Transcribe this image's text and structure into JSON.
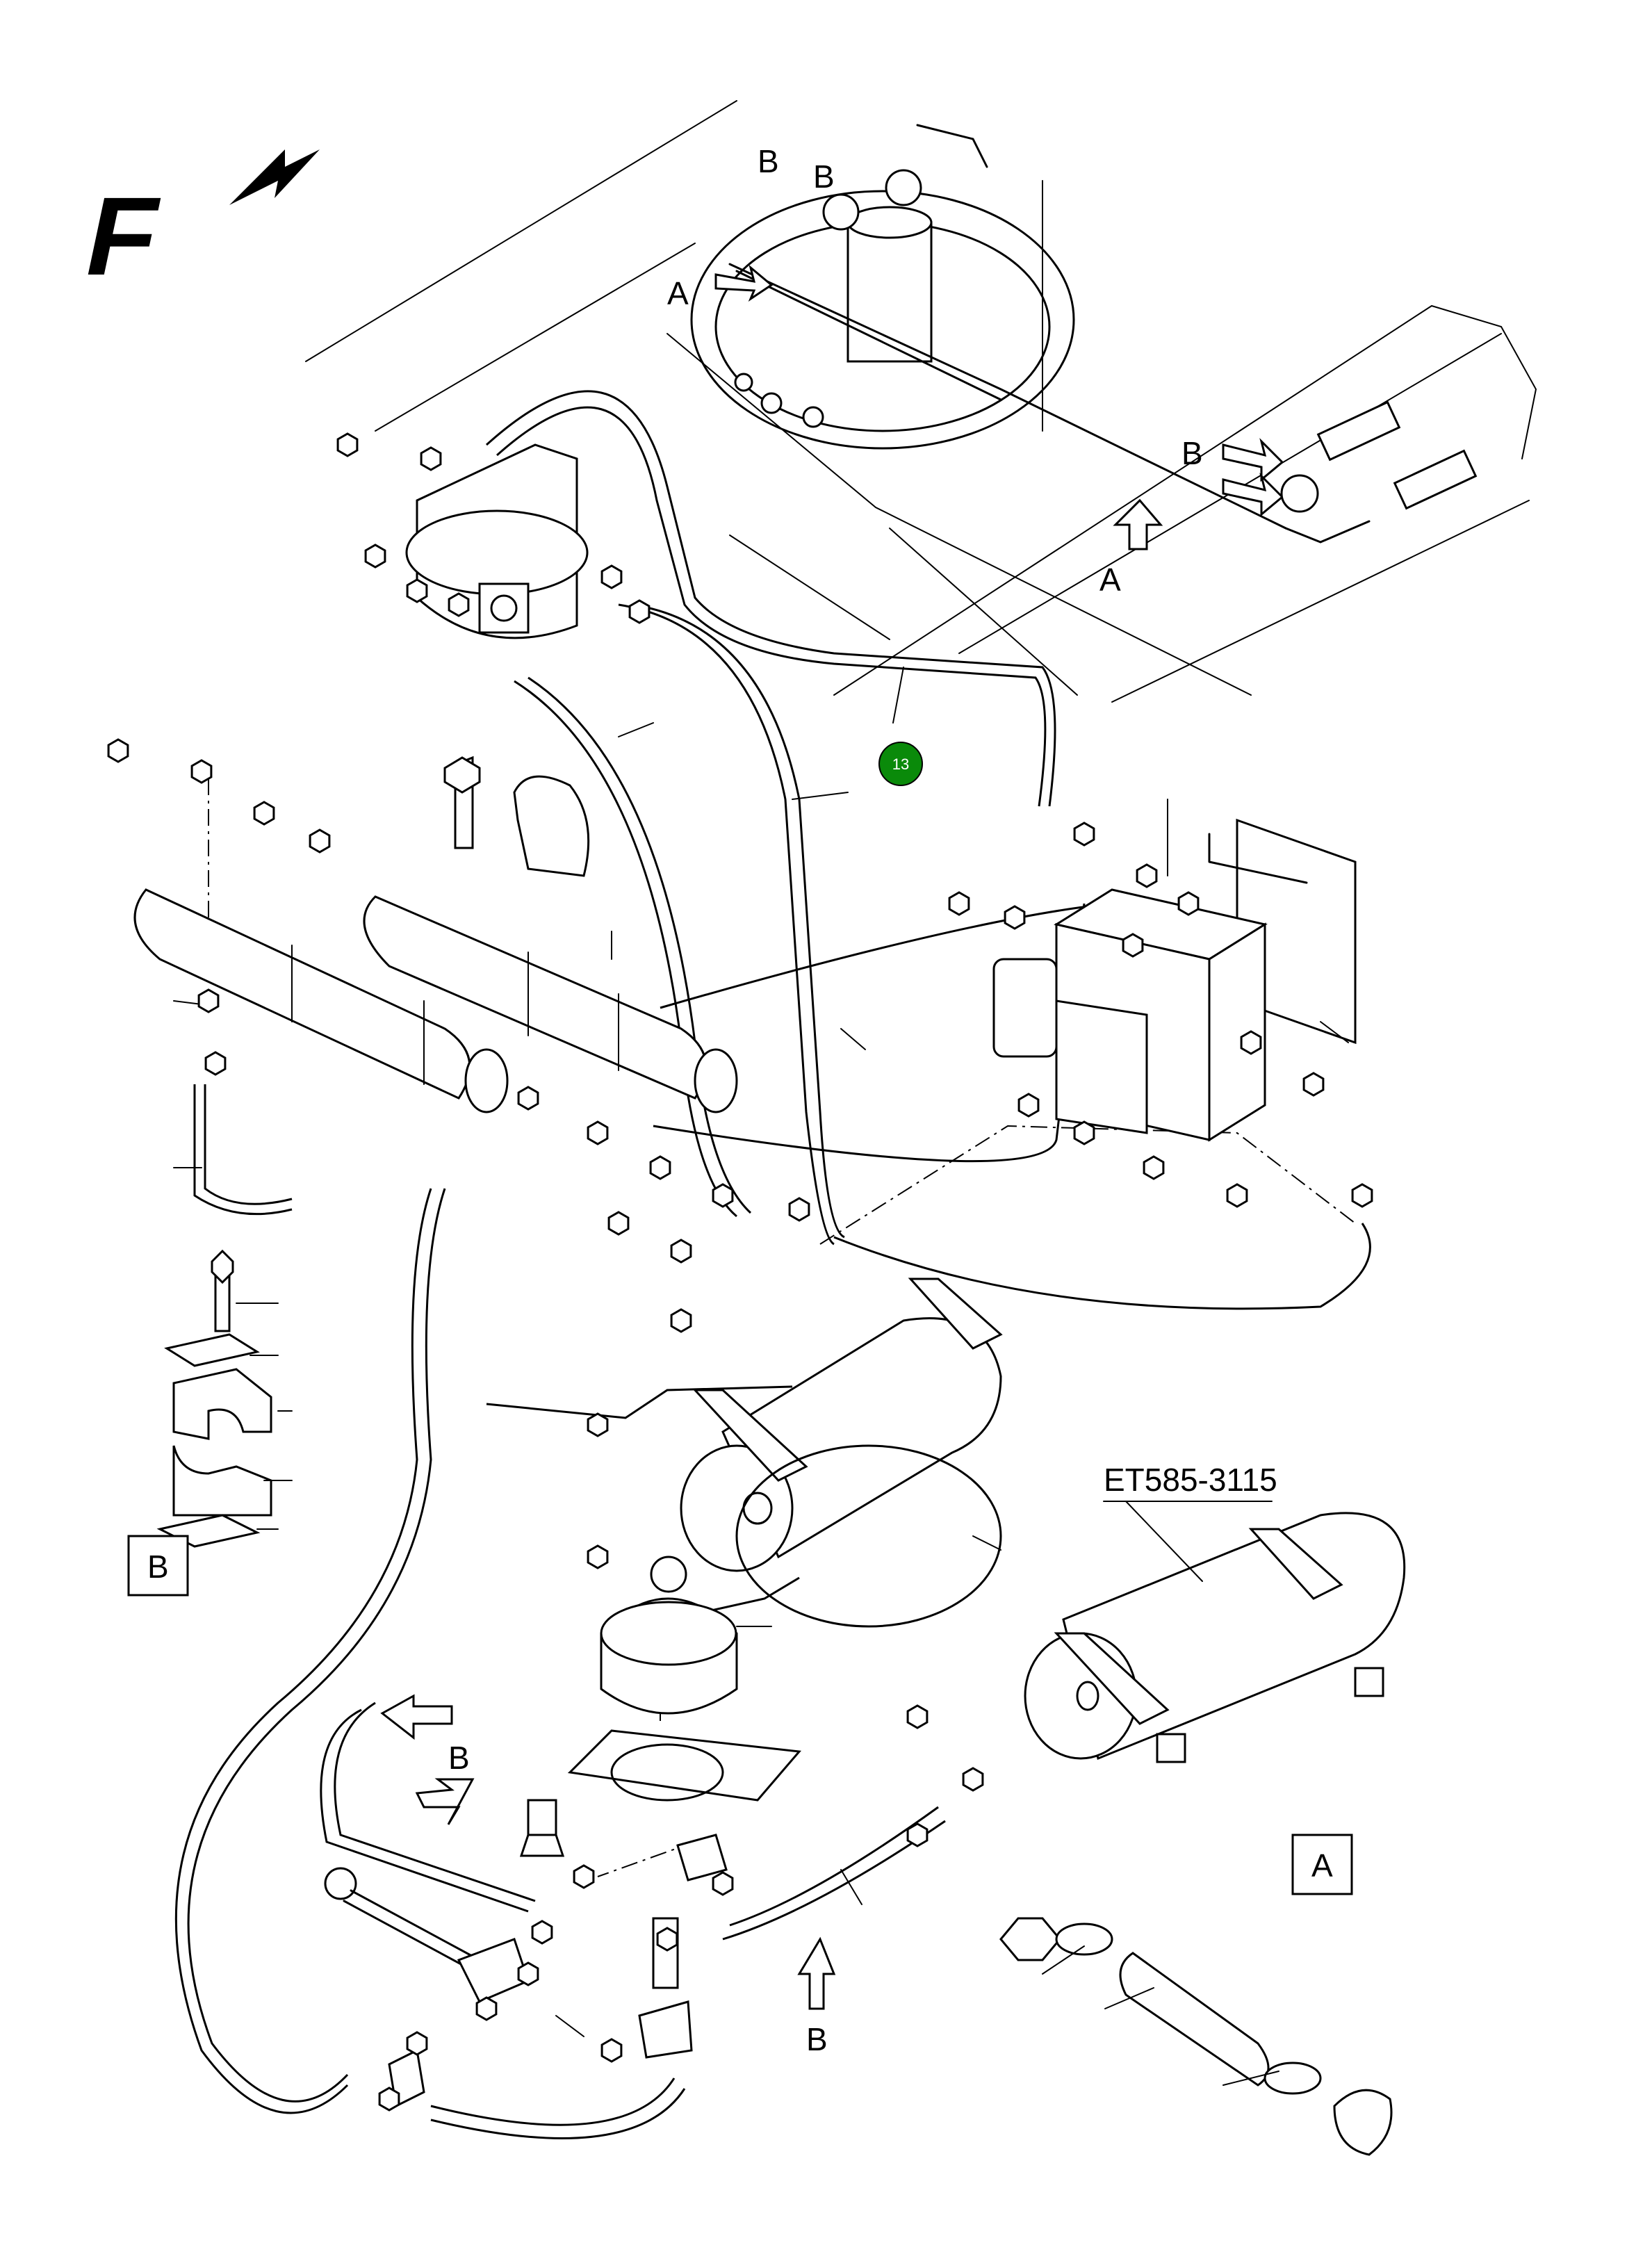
{
  "orientation": {
    "letter": "F"
  },
  "callout": {
    "number": "13",
    "color": "#0a8a0a"
  },
  "part_number": "ET585-3115",
  "detail_boxes": {
    "b": "B",
    "a": "A"
  },
  "view_labels": {
    "a": "A",
    "b": "B"
  }
}
